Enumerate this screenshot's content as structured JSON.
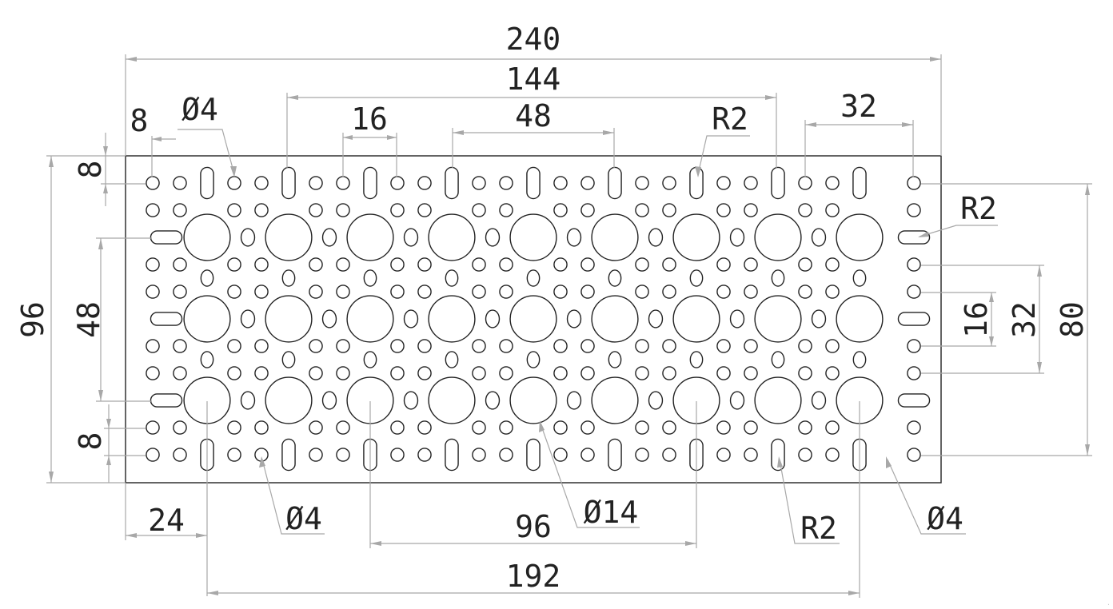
{
  "plate": {
    "width_mm": 240,
    "height_mm": 96,
    "small_hole_diameter_mm": 4,
    "large_hole_diameter_mm": 14,
    "slot_end_radius_mm": 2
  },
  "dimensions": {
    "overall_width": "240",
    "slot_span_top": "144",
    "small_pitch_top": "16",
    "mid_span_top": "48",
    "edge_offset_top_left": "8",
    "right_span_top": "32",
    "overall_height": "96",
    "large_row_pitch": "48",
    "edge_offset_left_top": "8",
    "edge_offset_left_bottom": "8",
    "right_inner_16": "16",
    "right_inner_32": "32",
    "right_outer_80": "80",
    "bottom_left_24": "24",
    "bottom_mid_96": "96",
    "bottom_span_192": "192"
  },
  "callouts": {
    "dia4_top": "Ø4",
    "r2_top": "R2",
    "r2_right": "R2",
    "dia4_bottom_left": "Ø4",
    "dia14_bottom": "Ø14",
    "r2_bottom": "R2",
    "dia4_bottom_right": "Ø4"
  },
  "colors": {
    "geometry": "#222222",
    "dimension": "#a8a8a8",
    "text": "#222222",
    "background": "#ffffff"
  }
}
